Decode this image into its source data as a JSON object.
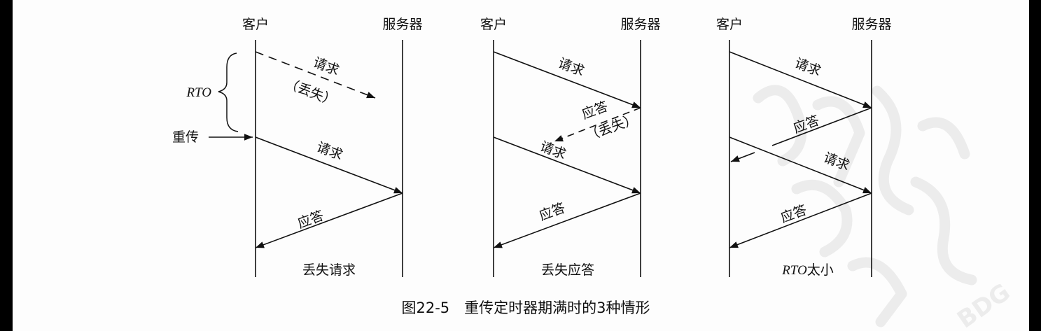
{
  "caption": "图22-5　重传定时器期满时的3种情形",
  "watermark_text": "BDG",
  "panels": [
    {
      "client": "客户",
      "server": "服务器",
      "title": "丢失请求",
      "rto_label": "RTO",
      "retransmit_label": "重传",
      "request_lost_label": "请求",
      "lost_note": "（丢失）",
      "request_label": "请求",
      "reply_label": "应答"
    },
    {
      "client": "客户",
      "server": "服务器",
      "title": "丢失应答",
      "request_label": "请求",
      "reply_lost_label": "应答",
      "lost_note": "（丢失）",
      "request2_label": "请求",
      "reply2_label": "应答"
    },
    {
      "client": "客户",
      "server": "服务器",
      "title_italic": "RTO",
      "title_rest": "太小",
      "request_label": "请求",
      "reply_label": "应答",
      "request2_label": "请求",
      "reply2_label": "应答"
    }
  ]
}
